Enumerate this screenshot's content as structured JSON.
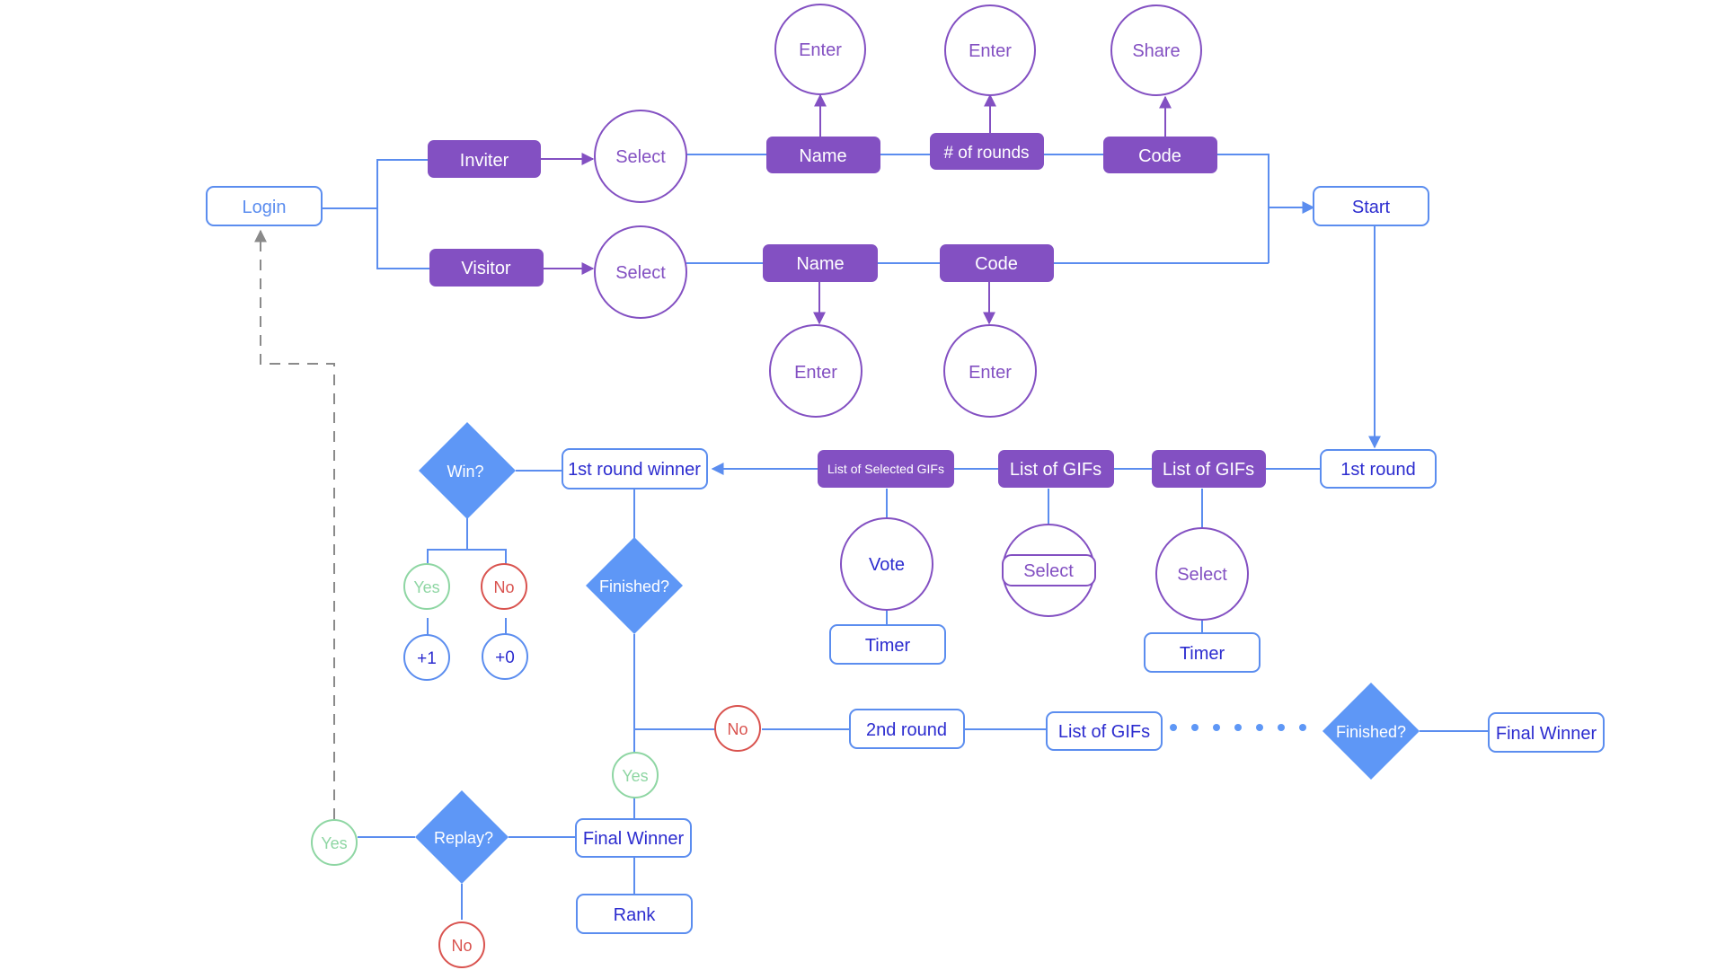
{
  "colors": {
    "purple_fill": "#8350C2",
    "purple_stroke": "#8350C2",
    "blue_stroke": "#5B8DEF",
    "blue_text": "#2C2CCF",
    "diamond_fill": "#5E97F6",
    "yes_green": "#8ED6A3",
    "no_red": "#D9534F",
    "dashed_gray": "#8A8A8A"
  },
  "nodes": {
    "login": "Login",
    "inviter": "Inviter",
    "visitor": "Visitor",
    "select_inviter": "Select",
    "select_visitor": "Select",
    "name_inviter": "Name",
    "rounds": "# of rounds",
    "code_inviter": "Code",
    "enter_name_inviter": "Enter",
    "enter_rounds": "Enter",
    "share_code": "Share",
    "name_visitor": "Name",
    "code_visitor": "Code",
    "enter_name_visitor": "Enter",
    "enter_code_visitor": "Enter",
    "start": "Start",
    "first_round": "1st round",
    "list_gifs_1": "List of GIFs",
    "list_gifs_2": "List of GIFs",
    "list_selected_gifs": "List of Selected GIFs",
    "select_1": "Select",
    "select_2": "Select",
    "timer_1": "Timer",
    "vote": "Vote",
    "timer_2": "Timer",
    "first_round_winner": "1st round winner",
    "win_q": "Win?",
    "yes_win": "Yes",
    "no_win": "No",
    "plus_one": "+1",
    "plus_zero": "+0",
    "finished_q_1": "Finished?",
    "no_finished": "No",
    "second_round": "2nd round",
    "list_gifs_3": "List of GIFs",
    "finished_q_2": "Finished?",
    "final_winner_right": "Final Winner",
    "yes_finished": "Yes",
    "final_winner_main": "Final Winner",
    "rank": "Rank",
    "replay_q": "Replay?",
    "yes_replay": "Yes",
    "no_replay": "No"
  }
}
